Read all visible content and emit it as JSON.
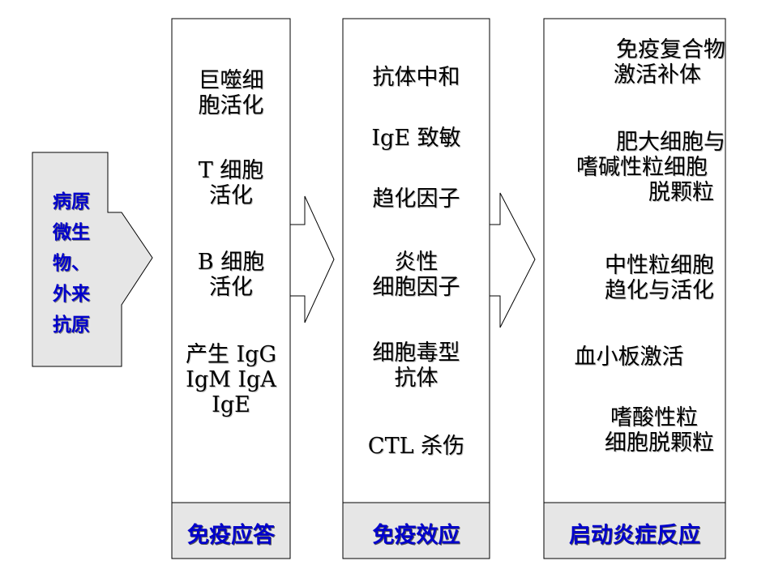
{
  "source": {
    "lines": [
      "病原",
      "微生",
      "物、",
      "外来",
      "抗原"
    ]
  },
  "columns": [
    {
      "label": "免疫应答",
      "items": [
        {
          "lines": [
            "巨噬细",
            "胞活化"
          ]
        },
        {
          "lines": [
            "T 细胞",
            "活化"
          ]
        },
        {
          "lines": [
            "B 细胞",
            "活化"
          ]
        },
        {
          "lines": [
            "产生 IgG",
            "IgM IgA",
            "IgE"
          ]
        }
      ]
    },
    {
      "label": "免疫效应",
      "items": [
        {
          "lines": [
            "抗体中和"
          ]
        },
        {
          "lines": [
            "IgE 致敏"
          ]
        },
        {
          "lines": [
            "趋化因子"
          ]
        },
        {
          "lines": [
            "炎性",
            "细胞因子"
          ]
        },
        {
          "lines": [
            "细胞毒型",
            "抗体"
          ]
        },
        {
          "lines": [
            "CTL 杀伤"
          ]
        }
      ]
    },
    {
      "label": "启动炎症反应",
      "items": [
        {
          "lines": [
            "免疫复合物",
            "激活补体"
          ]
        },
        {
          "lines": [
            "肥大细胞与",
            "嗜碱性粒细胞",
            "脱颗粒"
          ]
        },
        {
          "lines": [
            "中性粒细胞",
            "趋化与活化"
          ]
        },
        {
          "lines": [
            "血小板激活"
          ]
        },
        {
          "lines": [
            "嗜酸性粒",
            "细胞脱颗粒"
          ]
        }
      ]
    }
  ],
  "colors": {
    "label_text": "#0000cc",
    "footer_fill": "#e6e6e6",
    "source_fill": "#e6e6e6",
    "stroke": "#000000"
  }
}
